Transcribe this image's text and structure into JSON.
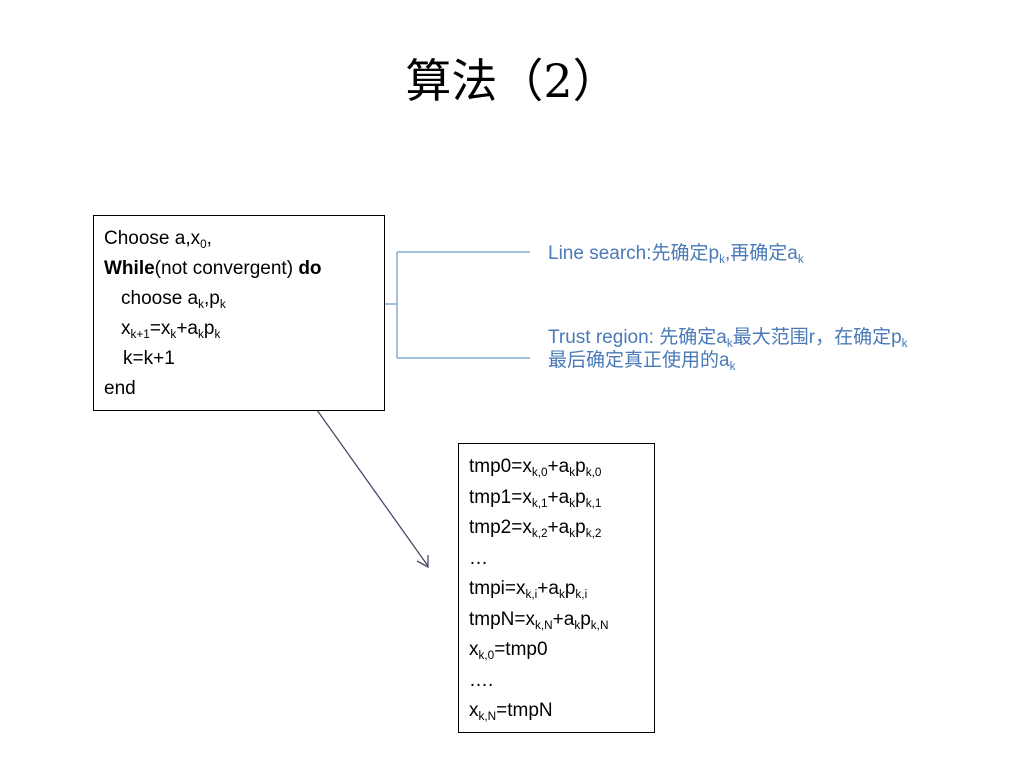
{
  "title": "算法（2）",
  "box1": {
    "choose_prefix": "Choose a,x",
    "choose_sub": "0",
    "choose_suffix": ",",
    "while_kw": "While",
    "while_cond": "(not convergent) ",
    "do_kw": "do",
    "choose2_prefix": "choose a",
    "k": "k",
    "comma_p": ",p",
    "x": "x",
    "k1": "k+1",
    "eq_x": "=x",
    "plus_a": "+a",
    "p": "p",
    "increment": "k=k+1",
    "end": "end"
  },
  "notes": {
    "line_search_label": "Line search:",
    "line_search_cn1": "先确定",
    "p": "p",
    "k": "k",
    "comma": ",",
    "line_search_cn2": "再确定",
    "a": "a",
    "trust_region_label": "Trust region: ",
    "trust_cn1": "先确定",
    "trust_cn2": "最大范围",
    "r": "r",
    "trust_cn3": "，在确定",
    "trust_cn4": "最后确定真正使用的"
  },
  "box2": {
    "lines": [
      {
        "pre": "tmp0=x",
        "s1": "k,0",
        "mid": "+a",
        "s2": "k",
        "p": "p",
        "s3": "k,0"
      },
      {
        "pre": "tmp1=x",
        "s1": "k,1",
        "mid": "+a",
        "s2": "k",
        "p": "p",
        "s3": "k,1"
      },
      {
        "pre": "tmp2=x",
        "s1": "k,2",
        "mid": "+a",
        "s2": "k",
        "p": "p",
        "s3": "k,2"
      },
      {
        "ellipsis": "…"
      },
      {
        "pre": "tmpi=x",
        "s1": "k,i",
        "mid": "+a",
        "s2": "k",
        "p": "p",
        "s3": "k,i"
      },
      {
        "pre": "tmpN=x",
        "s1": "k,N",
        "mid": "+a",
        "s2": "k",
        "p": "p",
        "s3": "k,N"
      },
      {
        "pre": "x",
        "s1": "k,0",
        "post": "=tmp0"
      },
      {
        "ellipsis": "…."
      },
      {
        "pre": "x",
        "s1": "k,N",
        "post": "=tmpN"
      }
    ]
  },
  "colors": {
    "note_text": "#4a7ab7",
    "connector": "#6f97c6",
    "arrow": "#4b4a6a"
  }
}
